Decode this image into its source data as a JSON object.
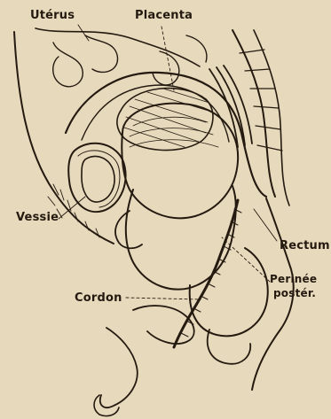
{
  "figure": {
    "labels": {
      "uterus": "Utérus",
      "placenta": "Placenta",
      "vessie": "Vessie",
      "rectum": "Rectum",
      "cordon": "Cordon",
      "perinee_line1": "Perinée",
      "perinee_line2": "postér."
    },
    "ink_color": "#241a10",
    "paper_color": "#e7d9bc"
  }
}
